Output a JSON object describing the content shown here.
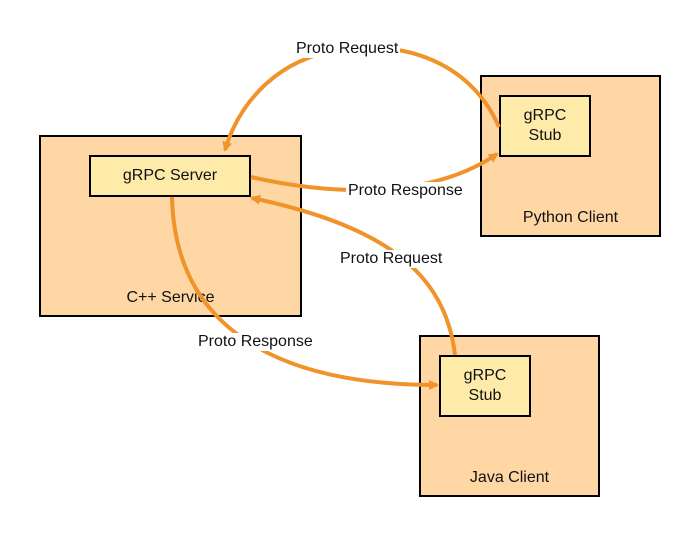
{
  "diagram": {
    "accent_color": "#f0932b",
    "nodes": {
      "cpp_service": {
        "label": "C++ Service",
        "inner_label": "gRPC Server"
      },
      "python_client": {
        "label": "Python Client",
        "inner_label": "gRPC\nStub"
      },
      "java_client": {
        "label": "Java Client",
        "inner_label": "gRPC\nStub"
      }
    },
    "edges": [
      {
        "from": "python_client",
        "to": "cpp_service",
        "label": "Proto Request"
      },
      {
        "from": "cpp_service",
        "to": "python_client",
        "label": "Proto Response"
      },
      {
        "from": "java_client",
        "to": "cpp_service",
        "label": "Proto Request"
      },
      {
        "from": "cpp_service",
        "to": "java_client",
        "label": "Proto Response"
      }
    ]
  }
}
